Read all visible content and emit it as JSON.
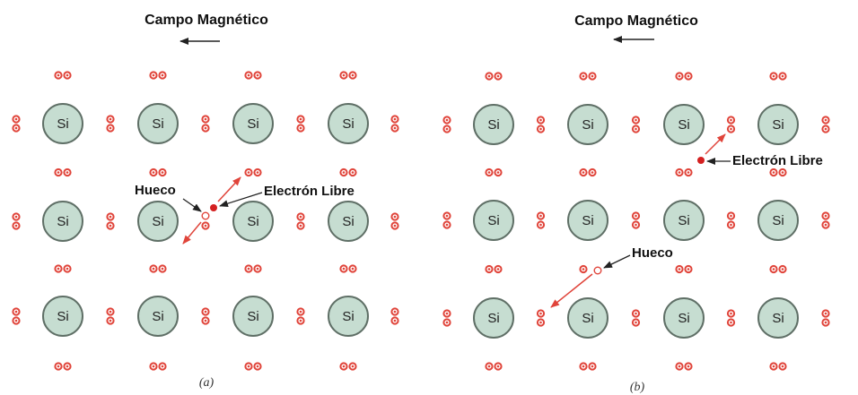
{
  "atom_symbol": "Si",
  "colors": {
    "atom_fill": "#c6ddd1",
    "atom_stroke": "#5f6f66",
    "electron": "#e0443a",
    "arrow_black": "#222222",
    "arrow_red": "#e0443a"
  },
  "panels": [
    {
      "field_title": "Campo Magnético",
      "caption": "(a)",
      "hole_label": "Hueco",
      "electron_label": "Electrón Libre"
    },
    {
      "field_title": "Campo Magnético",
      "caption": "(b)",
      "hole_label": "Hueco",
      "electron_label": "Electrón Libre"
    }
  ]
}
